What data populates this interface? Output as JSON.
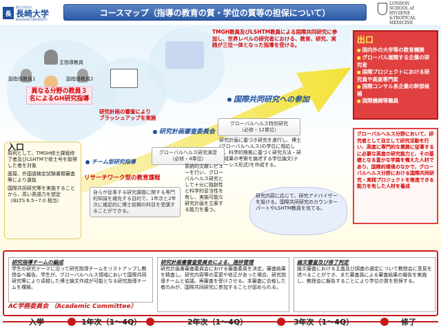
{
  "logo_left": {
    "mark": "長",
    "small": "国立大学法人",
    "name": "長崎大学",
    "en": "NAGASAKI UNIVERSITY"
  },
  "title": "コースマップ（指導の教育の質・学位の質等の担保について）",
  "logo_right": {
    "lines": [
      "LONDON",
      "SCHOOL of",
      "HYGIENE",
      "&TROPICAL",
      "MEDICINE"
    ]
  },
  "supervisors": {
    "main": "主指導教員",
    "sub1": "副指導教員1",
    "sub2": "副指導教員2",
    "caption": "異なる分野の教員３名によるGH研究指導"
  },
  "plan_review_caption": "研究計画の審査により\nブラッシュアップを実施",
  "joint_caption": "TMGH教員及びLSHTM教員による国際共同研究に参加し、世界レベルの研究者における、教育、研究、実践が三位一体となった指導を受ける。",
  "arrows": {
    "joint": "国際共同研究への参加",
    "plan": "研究計画審査委員会",
    "team": "チーム型研究指導"
  },
  "steps": {
    "special": {
      "title": "グローバルヘルス特別研究",
      "sub": "（必修・12単位）"
    },
    "practice": {
      "title": "グローバルヘルス研究演習",
      "sub": "（必修・4単位）"
    },
    "literacy": {
      "title": "リサーチワーク型の教育課程"
    }
  },
  "step_text": {
    "special": "研究計画に基づき研究を遂行し、博士(グローバルヘルス)の学位に相応しい、科学的根拠に基づく研究方法・研究成果の考察を論述する学位論文(ティーシス形式)を作成する。",
    "practice": "系統的文献レビューを行い、グローバルヘルス研究として十分に独創性と科学的妥当性を有し、実施可能な研究計画を立案する能力を養う。",
    "literacy": "自らが従事する研究課題に関する専門的知識を補充する目的で、1年次と2年次に補足的に博士前期の科目を受講することができる。"
  },
  "cloud_text": "研究内容に応じて、研究アドバイザーを設ける。国際共同研究のカウンターパートやLSHTM教員を充てる。",
  "exit": {
    "title": "出口",
    "items": [
      "国内外の大学等の教育機関",
      "グローバル展開する企業の研究者",
      "国際プロジェクトにおける研究員や高度専門家",
      "国際コンサル系企業の幹部候補",
      "国際機関等職員"
    ]
  },
  "right_red_text": "グローバルヘルス分野において、研究者として自立して研究活動を行い、高度に専門的な業務に従事するに必要な高度の研究能力と、その基礎となる豊かな学識を備えた人材であり、国際的環境のなかで、グローバルヘルス分野における国際共同研究・実践プロジェクトを推進できる能力を有した人材を養成",
  "entry": {
    "title": "入口",
    "p1": "原則として、TMGH修士課程修了者及びLSHTMで修士号を取得した者を対象",
    "p2": "面接、外国語検定試験書類審査等により選抜",
    "p3": "国際共同研究等を実施することから、高い英語力を想定（IELTS 6.5~7.0 相当）"
  },
  "bottom": {
    "s1_title": "研究指導チームの編成",
    "s1_text": "学生の研究テーマに沿って研究指導チームをリストアップし教授会へ報告。学生が、グローバルヘルス領域において国際共同研究等により卓越した博士論文作成が可能となる研究指導チームを構築。",
    "s2_title": "研究計画書審査委員会による、進捗管理",
    "s2_text": "研究計画書審査委員会における審査委員を決定。審査結果を精査し、研究内容等の変更や修正があった場合、研究指導チームと協議。再審査を受けさせる。本審査に合格した者のみが、国際共同研究に参加することが認められる。",
    "s3_title": "論文審査及び修了判定",
    "s3_text": "論文審査における主査及び調査の選定について教授会に意見を述べることができ、また審査員による審査結果の報告を実施し、教授会に報告することにより学位の質を担保する。",
    "ac_label": "AC学務委員会 （Academic Committee）"
  },
  "timeline": {
    "entry": "入学",
    "y1": "1年次（1～4Q）",
    "y2": "2年次（1～4Q）",
    "y3": "3年次（1～4Q）",
    "finish": "修了"
  },
  "colors": {
    "accent_red": "#d40000",
    "brand_blue": "#1d4f9c",
    "exit_bg": "#e04040"
  }
}
